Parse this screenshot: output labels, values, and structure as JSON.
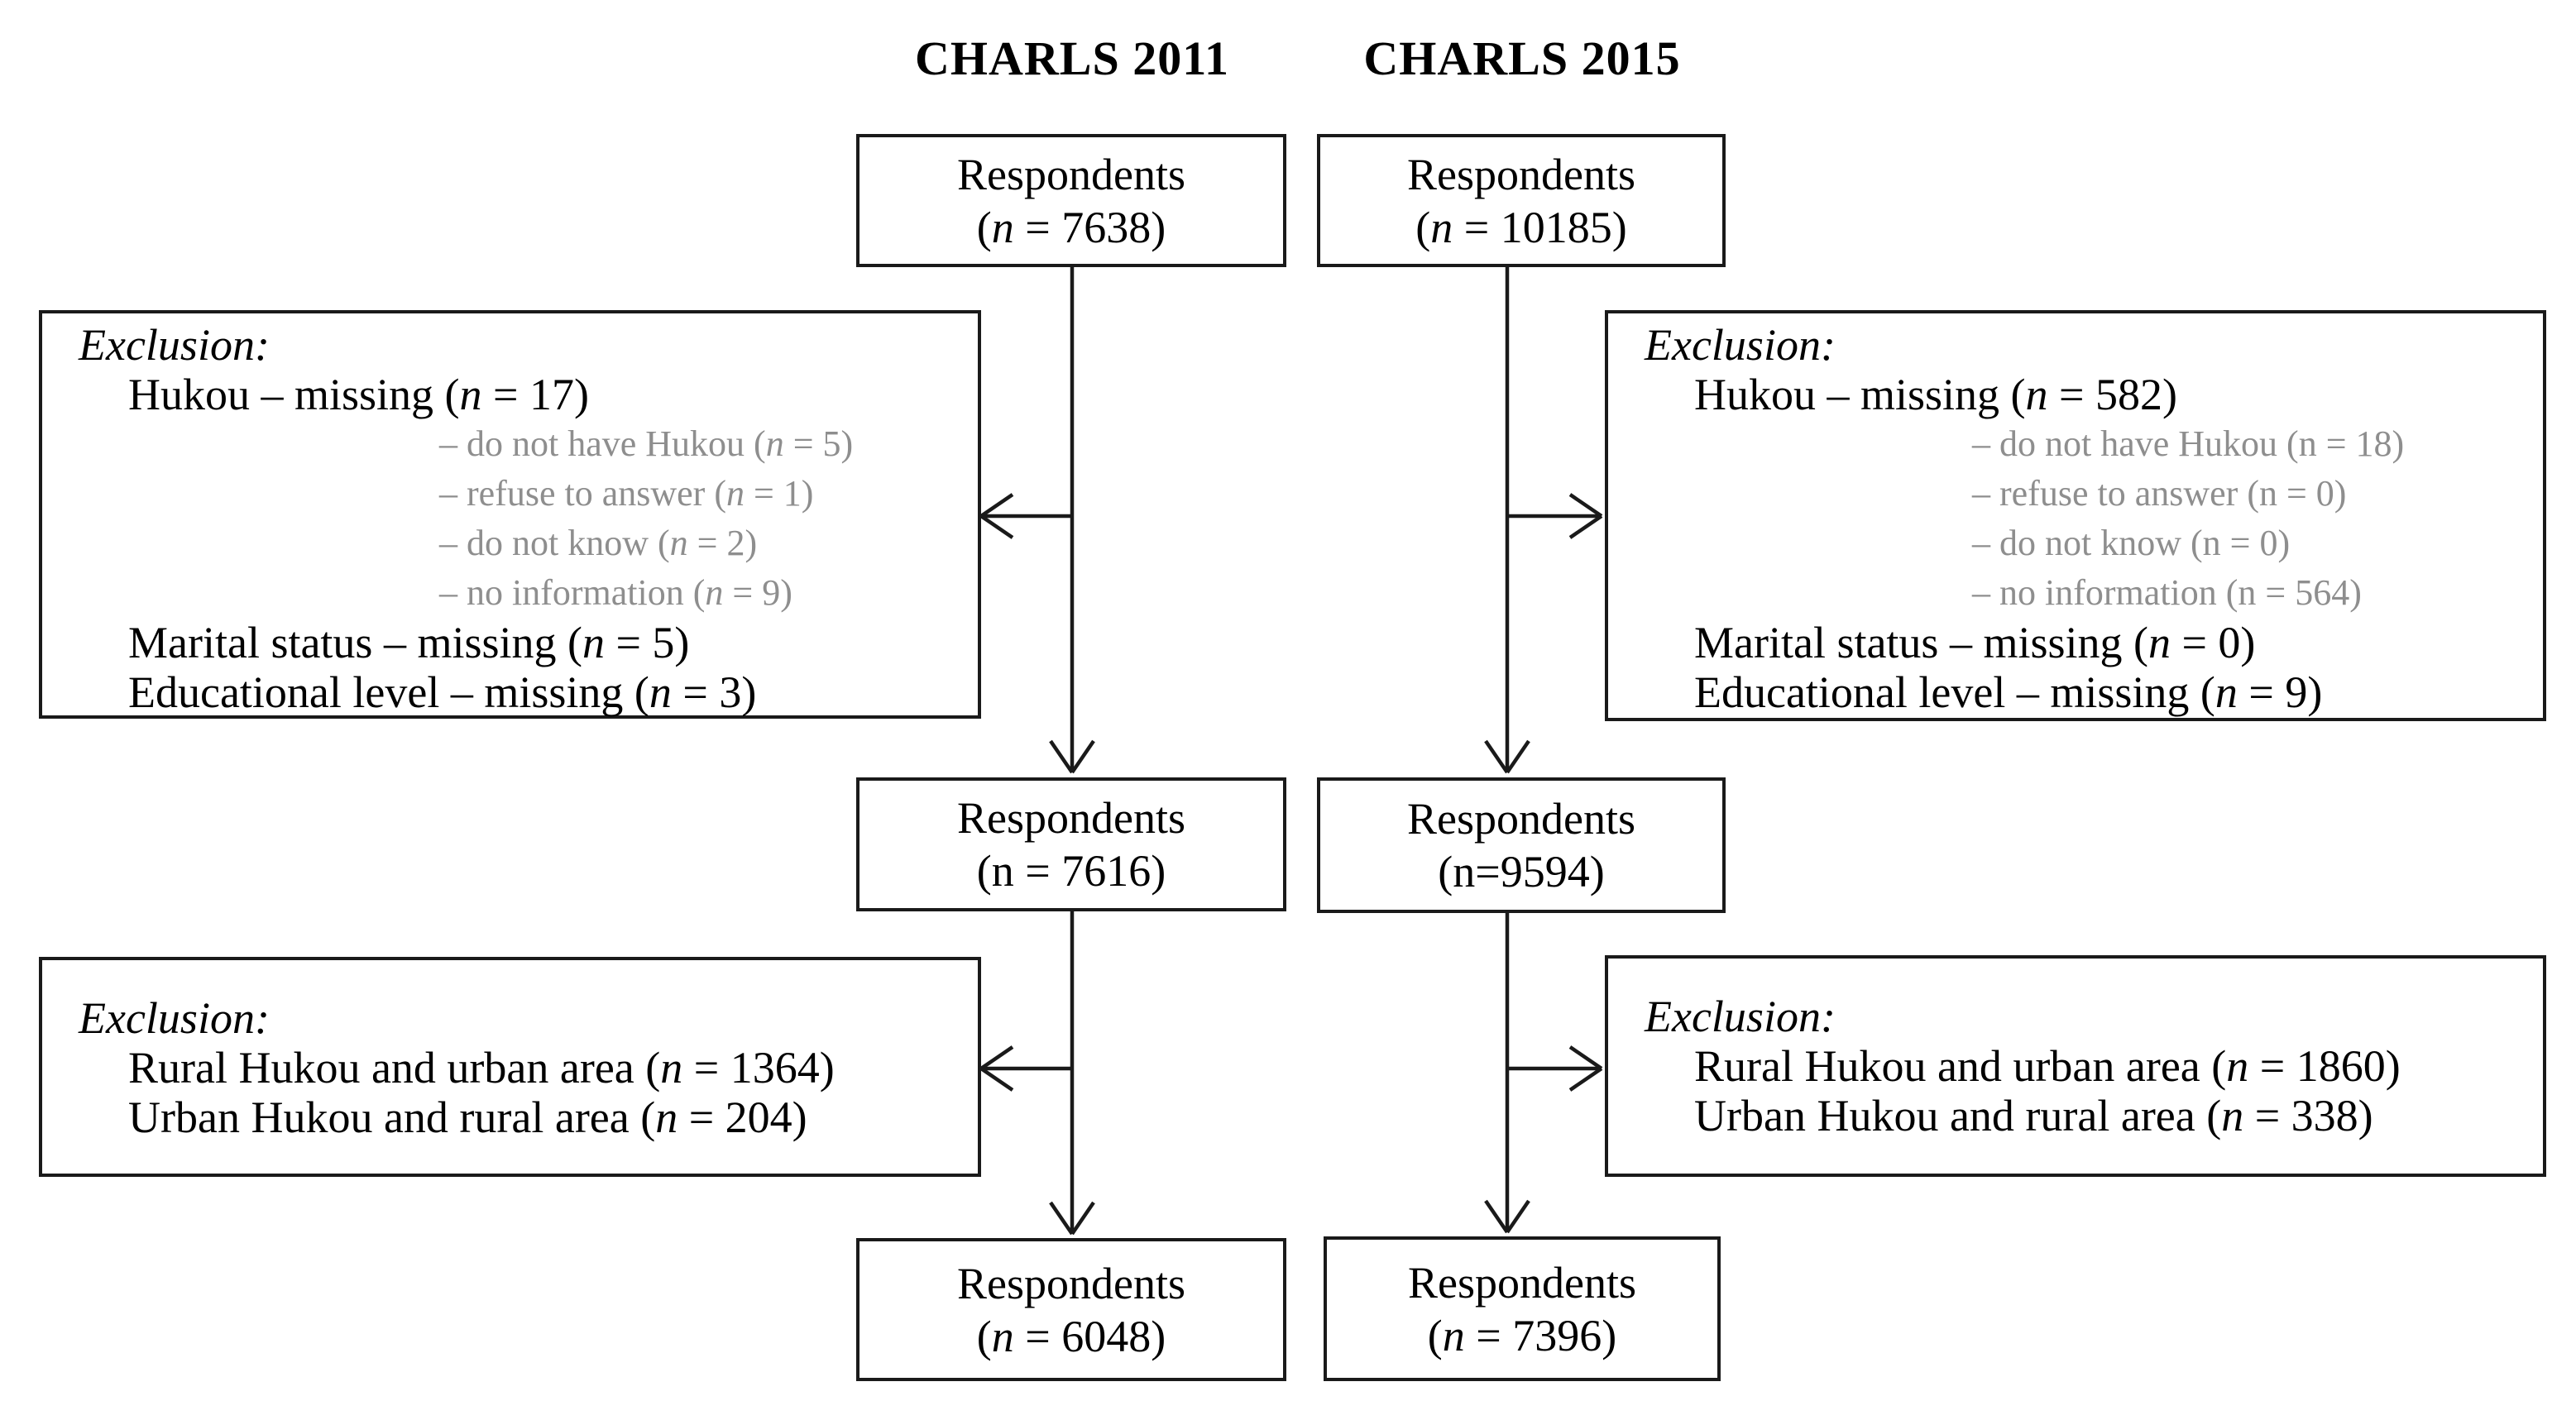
{
  "diagram": {
    "colors": {
      "background": "#ffffff",
      "text": "#000000",
      "muted_gray": "#8e8e8e",
      "line_and_border": "#1a1a1a"
    },
    "headers": [
      {
        "id": "charls-2011",
        "label": "CHARLS 2011"
      },
      {
        "id": "charls-2015",
        "label": "CHARLS 2015"
      }
    ],
    "boxes": {
      "c1_top": {
        "lines": [
          {
            "text": "Respondents",
            "style": "center"
          },
          {
            "text": "(n = 7638)",
            "style": "center",
            "n_italic": true
          }
        ]
      },
      "c2_top": {
        "lines": [
          {
            "text": "Respondents",
            "style": "center"
          },
          {
            "text": "(n = 10185)",
            "style": "center",
            "n_italic": true
          }
        ]
      },
      "c1_exclusion1": {
        "lines": [
          {
            "text": "Exclusion:",
            "style": "title"
          },
          {
            "text": "Hukou – missing (n = 17)",
            "style": "item",
            "n_italic": true
          },
          {
            "text": "– do not have Hukou (n = 5)",
            "style": "sub",
            "muted": true,
            "n_italic": true
          },
          {
            "text": "– refuse to answer (n = 1)",
            "style": "sub",
            "muted": true,
            "n_italic": true
          },
          {
            "text": "– do not know (n = 2)",
            "style": "sub",
            "muted": true,
            "n_italic": true
          },
          {
            "text": "– no information (n = 9)",
            "style": "sub",
            "muted": true,
            "n_italic": true
          },
          {
            "text": "Marital status – missing (n = 5)",
            "style": "item",
            "n_italic": true
          },
          {
            "text": "Educational level – missing (n = 3)",
            "style": "item",
            "n_italic": true
          }
        ]
      },
      "c2_exclusion1": {
        "lines": [
          {
            "text": "Exclusion:",
            "style": "title"
          },
          {
            "text": "Hukou – missing (n = 582)",
            "style": "item",
            "n_italic": true
          },
          {
            "text": "– do not have Hukou (n = 18)",
            "style": "sub",
            "muted": true
          },
          {
            "text": "– refuse to answer (n = 0)",
            "style": "sub",
            "muted": true
          },
          {
            "text": "– do not know (n = 0)",
            "style": "sub",
            "muted": true
          },
          {
            "text": "– no information (n = 564)",
            "style": "sub",
            "muted": true
          },
          {
            "text": "Marital status – missing (n = 0)",
            "style": "item",
            "n_italic": true
          },
          {
            "text": "Educational level – missing (n = 9)",
            "style": "item",
            "n_italic": true
          }
        ]
      },
      "c1_mid": {
        "lines": [
          {
            "text": "Respondents",
            "style": "center"
          },
          {
            "text": "(n = 7616)",
            "style": "center"
          }
        ]
      },
      "c2_mid": {
        "lines": [
          {
            "text": "Respondents",
            "style": "center"
          },
          {
            "text": "(n=9594)",
            "style": "center"
          }
        ]
      },
      "c1_exclusion2": {
        "lines": [
          {
            "text": "Exclusion:",
            "style": "title"
          },
          {
            "text": "Rural Hukou and urban area (n = 1364)",
            "style": "item",
            "n_italic": true
          },
          {
            "text": "Urban Hukou and rural area (n = 204)",
            "style": "item",
            "n_italic": true
          }
        ]
      },
      "c2_exclusion2": {
        "lines": [
          {
            "text": "Exclusion:",
            "style": "title"
          },
          {
            "text": "Rural Hukou and urban area (n = 1860)",
            "style": "item",
            "n_italic": true
          },
          {
            "text": "Urban Hukou and rural area (n = 338)",
            "style": "item",
            "n_italic": true
          }
        ]
      },
      "c1_bottom": {
        "lines": [
          {
            "text": "Respondents",
            "style": "center"
          },
          {
            "text": "(n = 6048)",
            "style": "center",
            "n_italic": true
          }
        ]
      },
      "c2_bottom": {
        "lines": [
          {
            "text": "Respondents",
            "style": "center"
          },
          {
            "text": "(n = 7396)",
            "style": "center",
            "n_italic": true
          }
        ]
      }
    }
  }
}
